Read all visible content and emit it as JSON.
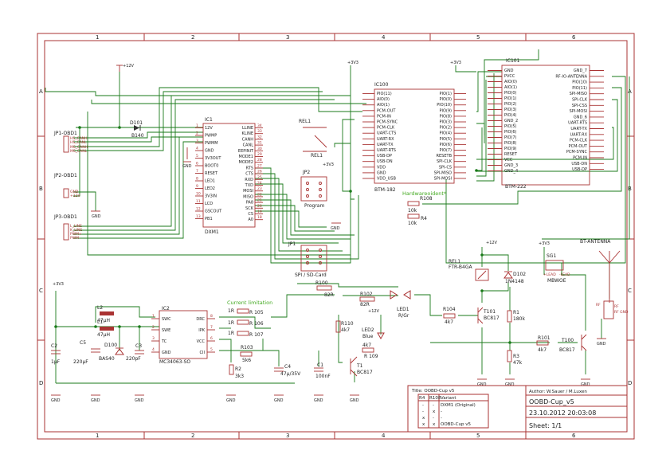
{
  "frame": {
    "columns": [
      "1",
      "2",
      "3",
      "4",
      "5",
      "6"
    ],
    "rows": [
      "A",
      "B",
      "C",
      "D"
    ]
  },
  "connectors": {
    "jp1": {
      "ref": "JP1-OBD1",
      "pins": [
        "HS_CANH",
        "HS_CANL",
        "MS_CANH",
        "MS_CANL"
      ]
    },
    "jp2": {
      "ref": "JP2-OBD1",
      "pins": [
        "GND",
        "+12V"
      ]
    },
    "jp3": {
      "ref": "JP3-OBD1",
      "pins": [
        "L_LINE",
        "K_LINE",
        "PWM+",
        "PWM-"
      ]
    }
  },
  "power": {
    "plus12v": "+12V",
    "plus3v3": "+3V3",
    "gnd": "GND"
  },
  "parts": {
    "d101": {
      "ref": "D101",
      "value": "B140"
    },
    "ic1": {
      "ref": "IC1",
      "value": "DXM1",
      "left_pins": [
        {
          "num": "1",
          "name": "12V"
        },
        {
          "num": "2",
          "name": "PWMP"
        },
        {
          "num": "3",
          "name": "PWMM"
        },
        {
          "num": "4",
          "name": "GND"
        },
        {
          "num": "5",
          "name": "3V3OUT"
        },
        {
          "num": "6",
          "name": "BOOT0"
        },
        {
          "num": "7",
          "name": "RESET"
        },
        {
          "num": "8",
          "name": "LED1"
        },
        {
          "num": "9",
          "name": "LED2"
        },
        {
          "num": "10",
          "name": "3V3IN"
        },
        {
          "num": "11",
          "name": "LCD"
        },
        {
          "num": "12",
          "name": "GSCOUT"
        },
        {
          "num": "13",
          "name": "PB1"
        }
      ],
      "right_pins": [
        {
          "num": "34",
          "name": "LLINE"
        },
        {
          "num": "33",
          "name": "KLINE"
        },
        {
          "num": "32",
          "name": "CANH"
        },
        {
          "num": "31",
          "name": "CANL"
        },
        {
          "num": "30",
          "name": "EEPINIT"
        },
        {
          "num": "29",
          "name": "MODE1"
        },
        {
          "num": "28",
          "name": "MODE2"
        },
        {
          "num": "27",
          "name": "RTS"
        },
        {
          "num": "26",
          "name": "CTS"
        },
        {
          "num": "25",
          "name": "RXD"
        },
        {
          "num": "24",
          "name": "TXD"
        },
        {
          "num": "23",
          "name": "MOSI"
        },
        {
          "num": "22",
          "name": "MISO"
        },
        {
          "num": "21",
          "name": "PA8"
        },
        {
          "num": "20",
          "name": "SCK"
        },
        {
          "num": "19",
          "name": "CS"
        },
        {
          "num": "18",
          "name": "A0"
        }
      ]
    },
    "rel1": {
      "ref": "REL1",
      "ref_short": "REL1"
    },
    "jp2_prog": {
      "ref": "JP2",
      "label": "Program"
    },
    "jp1_spi": {
      "ref": "JP1",
      "label": "SPI / SD-Card"
    },
    "ic100": {
      "ref": "IC100",
      "value": "BTM-182",
      "left_pins": [
        "PIO(11)",
        "AIO(0)",
        "AIO(1)",
        "PCM-OUT",
        "PCM-IN",
        "PCM-SYNC",
        "PCM-CLK",
        "UART-CTS",
        "UART-RX",
        "UART-TX",
        "UART-RTS",
        "USB-DP",
        "USB-DN",
        "VDD",
        "GND",
        "VDD_USB"
      ],
      "right_pins": [
        "PIO(1)",
        "PIO(0)",
        "PIO(10)",
        "PIO(9)",
        "PIO(8)",
        "PIO(3)",
        "PIO(2)",
        "PIO(4)",
        "PIO(5)",
        "PIO(6)",
        "PIO(7)",
        "RESETB",
        "SPI-CLK",
        "SPI-CS",
        "SPI-MISO",
        "SPI-MOSI"
      ],
      "note": "Hardwareoident*"
    },
    "ic101": {
      "ref": "IC101",
      "value": "BTM-222",
      "left_pins": [
        "GND",
        "PVCC",
        "AIO(0)",
        "AIO(1)",
        "PIO(0)",
        "PIO(1)",
        "PIO(2)",
        "PIO(3)",
        "PIO(4)",
        "GND_2",
        "PIO(5)",
        "PIO(6)",
        "PIO(7)",
        "PIO(8)",
        "PIO(9)",
        "RESET",
        "VCC",
        "GND_3",
        "GND_4"
      ],
      "right_pins": [
        "GND_7",
        "RF-IO-ANTENNA",
        "PIO(10)",
        "PIO(11)",
        "SPI-MISO",
        "SPI-CLK",
        "SPI-CSS",
        "SPI-MOSI",
        "GND_6",
        "UART-RTS",
        "UART-TX",
        "UART-RX",
        "PCM-CLK",
        "PCM-OUT",
        "PCM-SYNC",
        "PCM-IN",
        "USB-DN",
        "USB-DP"
      ]
    },
    "r108": {
      "ref": "R108",
      "value": "10k"
    },
    "r4": {
      "ref": "R4",
      "value": "10k"
    },
    "ic2": {
      "ref": "IC2",
      "value": "MC34063-SO",
      "left_pins": [
        {
          "num": "1",
          "name": "SWC"
        },
        {
          "num": "2",
          "name": "SWE"
        },
        {
          "num": "3",
          "name": "TC"
        },
        {
          "num": "4",
          "name": "GND"
        }
      ],
      "right_pins": [
        {
          "num": "8",
          "name": "DRC"
        },
        {
          "num": "7",
          "name": "IPK"
        },
        {
          "num": "6",
          "name": "VCC"
        },
        {
          "num": "5",
          "name": "CII"
        }
      ]
    },
    "current_limitation": "Current limitation",
    "l2": {
      "ref": "L2",
      "value": "47µH"
    },
    "l1": {
      "ref": "L1",
      "value": "47µH"
    },
    "c5": {
      "ref": "C5",
      "value": "220µF"
    },
    "c2": {
      "ref": "C2",
      "value": "1µF"
    },
    "d100": {
      "ref": "D100",
      "value": "BAS40"
    },
    "c3": {
      "ref": "C3",
      "value": "220pF"
    },
    "r105": {
      "ref": "R 105",
      "value": "1R"
    },
    "r106": {
      "ref": "R 106",
      "value": "1R"
    },
    "r107": {
      "ref": "R 107",
      "value": "1R"
    },
    "r103": {
      "ref": "R103",
      "value": "5k6"
    },
    "r2": {
      "ref": "R2",
      "value": "3k3"
    },
    "c4": {
      "ref": "C4",
      "value": "47µ/35V"
    },
    "c1": {
      "ref": "C1",
      "value": "100nF"
    },
    "r100": {
      "ref": "R100",
      "value": "82R"
    },
    "r102": {
      "ref": "R102",
      "value": "82R"
    },
    "led1": {
      "ref": "LED1",
      "value": "R/Gr"
    },
    "r110": {
      "ref": "R110",
      "value": "4k7"
    },
    "led2": {
      "ref": "LED2",
      "value": "Blue"
    },
    "r109": {
      "ref": "R 109",
      "value": "4k7"
    },
    "t1": {
      "ref": "T1",
      "value": "BC817"
    },
    "rel1_coil": {
      "ref": "REL1",
      "value": "FTR-B4GA"
    },
    "d102": {
      "ref": "D102",
      "value": "1N4148"
    },
    "r104": {
      "ref": "R104",
      "value": "4k7"
    },
    "t101": {
      "ref": "T101",
      "value": "BC817"
    },
    "r1": {
      "ref": "R1",
      "value": "180k"
    },
    "r3": {
      "ref": "R3",
      "value": "47k"
    },
    "sg1": {
      "ref": "SG1",
      "value": "MBWOE",
      "pins": [
        "+LEAD",
        "-LEAD"
      ]
    },
    "r101": {
      "ref": "R101",
      "value": "4k7"
    },
    "t100": {
      "ref": "T100",
      "value": "BC817"
    },
    "antenna": {
      "label": "BT-ANTENNA",
      "rf": "RF",
      "rf_gnd": "RF GND"
    }
  },
  "title_block": {
    "title": "Title: OOBD-Cup v5",
    "author": "Author: W.Sauer / M.Luxen",
    "name": "OOBD-Cup_v5",
    "date": "23.10.2012  20:03:08",
    "sheet": "Sheet: 1/1",
    "variant_table": {
      "headers": [
        "R4",
        "R108",
        "Variant"
      ],
      "rows": [
        [
          "-",
          "-",
          "DXM1 (Original)"
        ],
        [
          "-",
          "x",
          "-"
        ],
        [
          "x",
          "-",
          "-"
        ],
        [
          "x",
          "x",
          "OOBD-Cup v5"
        ]
      ]
    }
  }
}
